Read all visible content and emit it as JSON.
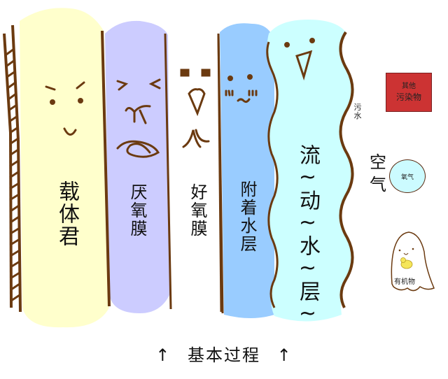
{
  "diagram": {
    "title": "基本过程",
    "title_arrow": "↑",
    "layers": [
      {
        "id": "carrier",
        "label": "载体君",
        "color": "#ffffcc"
      },
      {
        "id": "anaerobic",
        "label": "厌氧膜",
        "color": "#ccccff"
      },
      {
        "id": "aerobic",
        "label": "好氧膜",
        "color": "#ffffff"
      },
      {
        "id": "attached-water",
        "label": "附着水层",
        "color": "#99ccff"
      },
      {
        "id": "flowing-water",
        "label": "流~动~水~层~",
        "color": "#ccffff"
      }
    ],
    "right_side": {
      "sewage": "污水",
      "pollutant_box": {
        "line1": "其他",
        "line2": "污染物",
        "color": "#cc3333"
      },
      "air": "空气",
      "oxygen": "氧气",
      "organic": "有机物"
    },
    "colors": {
      "outline": "#6b3a10",
      "ladder": "#6b3a10"
    }
  }
}
